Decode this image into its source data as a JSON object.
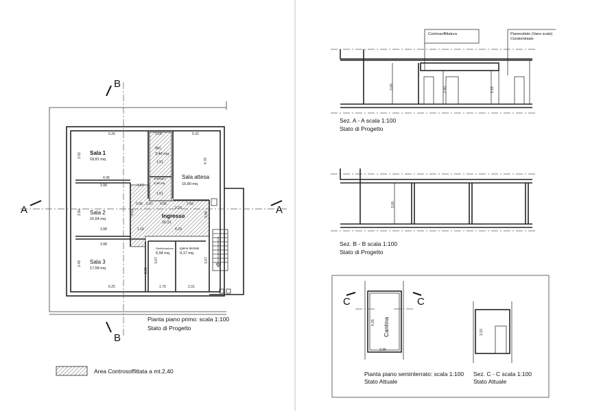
{
  "plan": {
    "title": "Pianta piano primo: scala 1:100",
    "status": "Stato di Progetto",
    "section_labels": {
      "a_left": "A",
      "a_right": "A",
      "b_top": "B",
      "b_bottom": "B"
    },
    "rooms": [
      {
        "name": "Sala 1",
        "area": "18,81 mq"
      },
      {
        "name": "WC",
        "area": "3,40 mq"
      },
      {
        "name": "Sala attesa",
        "area": "15,80 mq"
      },
      {
        "name": "antibagno",
        "area": "3,48 mq"
      },
      {
        "name": "Sala 2",
        "area": "15,64 mq"
      },
      {
        "name": "Ingresso",
        "area": "16,21"
      },
      {
        "name": "Sala 3",
        "area": "17,58 mq"
      },
      {
        "name": "Sterilizzazione",
        "area": "6,94 mq"
      },
      {
        "name": "Igiene dentale",
        "area": "9,17 mq"
      }
    ],
    "dims": {
      "d1": "5.26",
      "d2": "1.54",
      "d3": "5.32",
      "d4": "3.52",
      "d5": "4.78",
      "d6": "4.36",
      "d7": "1.51",
      "d8": "3.98",
      "d9": "1.17",
      "d10": "1.51",
      "d11": "3.90",
      "d12": "4.03",
      "d13": "0.96",
      "d14": "0.87",
      "d15": "0.85",
      "d16": "0.20",
      "d17": "2.56",
      "d18": "3.98",
      "d19": "1.16",
      "d20": "4.29",
      "d21": "3.98",
      "d22": "3.49",
      "d23": "2.91",
      "d24": "3.07",
      "d25": "3.07",
      "d26": "6.25",
      "d27": "1.75",
      "d28": "2.31",
      "d29": "2.98"
    }
  },
  "legend": {
    "label": "Area Controsoffittata a mt.2,40"
  },
  "section_aa": {
    "title": "Sez. A - A  scala 1:100",
    "status": "Stato di Progetto",
    "callout1": "Controsoffittatura",
    "callout2_line1": "Pianerottolo (Vano scale)",
    "callout2_line2": "Condominiale",
    "h1": "3.00",
    "h2": "2.40",
    "h3": "2.22"
  },
  "section_bb": {
    "title": "Sez. B - B  scala 1:100",
    "status": "Stato di Progetto",
    "h1": "3.00"
  },
  "basement": {
    "title": "Pianta piano seminterrato: scala 1:100",
    "status": "Stato Attuale",
    "room": "Cantina",
    "d1": "4.25",
    "d2": "2.36",
    "label_left": "C",
    "label_right": "C"
  },
  "section_cc": {
    "title": "Sez. C - C  scala 1:100",
    "status": "Stato Attuale",
    "h1": "3.10"
  }
}
